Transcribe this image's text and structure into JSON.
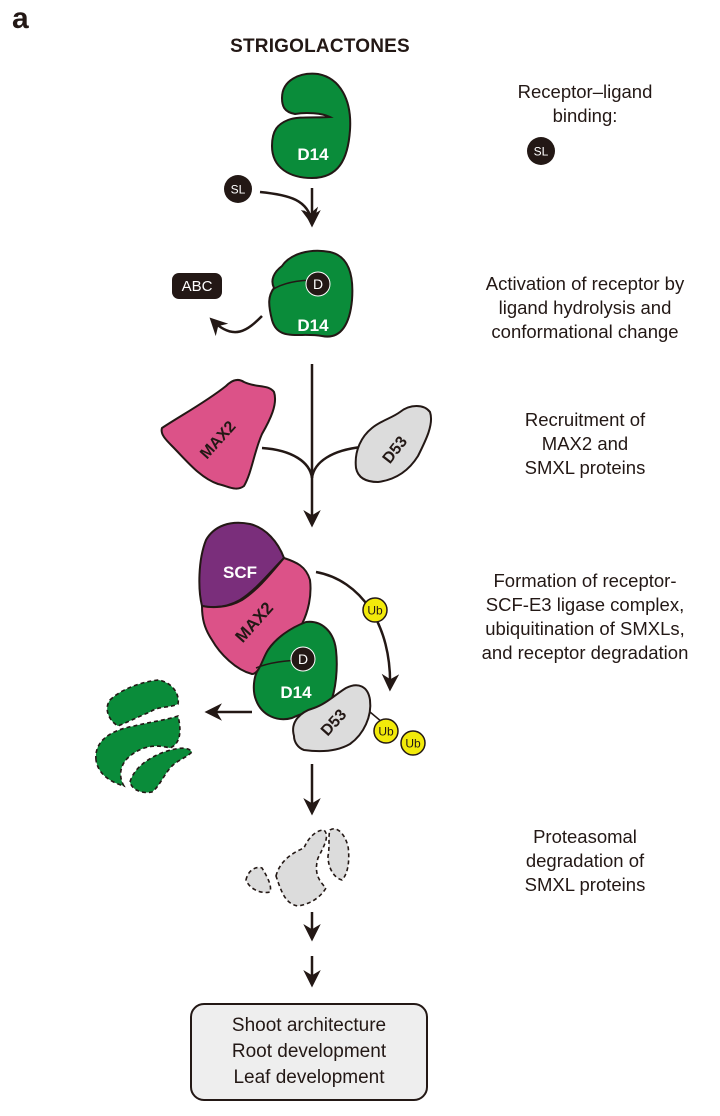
{
  "panel_label": "a",
  "title": "STRIGOLACTONES",
  "colors": {
    "d14_green": "#0a8c3a",
    "max2_pink": "#dc5288",
    "scf_purple": "#7a2e7b",
    "d53_gray": "#dcdcdc",
    "ub_yellow": "#f2ea0a",
    "ink": "#231815"
  },
  "molecules": {
    "d14": "D14",
    "sl": "SL",
    "abc": "ABC",
    "d": "D",
    "max2": "MAX2",
    "d53": "D53",
    "scf": "SCF",
    "ub": "Ub"
  },
  "steps": [
    {
      "id": "binding",
      "lines": [
        "Receptor–ligand",
        "binding:"
      ]
    },
    {
      "id": "activation",
      "lines": [
        "Activation of receptor by",
        "ligand hydrolysis and",
        "conformational change"
      ]
    },
    {
      "id": "recruitment",
      "lines": [
        "Recruitment of",
        "MAX2 and",
        "SMXL proteins"
      ]
    },
    {
      "id": "complex",
      "lines": [
        "Formation of receptor-",
        "SCF-E3 ligase complex,",
        "ubiquitination of SMXLs,",
        "and receptor degradation"
      ]
    },
    {
      "id": "proteasomal",
      "lines": [
        "Proteasomal",
        "degradation of",
        "SMXL proteins"
      ]
    }
  ],
  "outcomes": [
    "Shoot architecture",
    "Root development",
    "Leaf development"
  ]
}
